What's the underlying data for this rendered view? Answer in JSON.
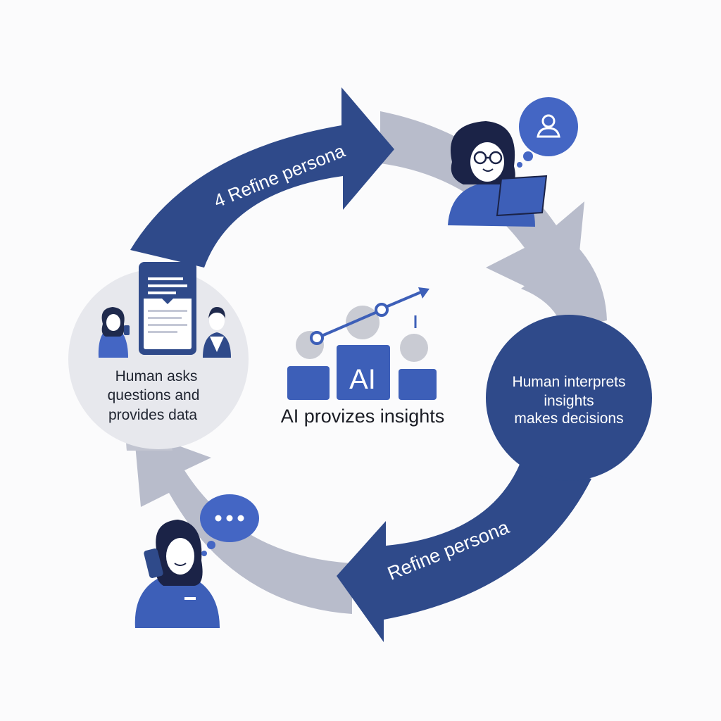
{
  "diagram": {
    "arrow_top_label": "4 Refine persona",
    "arrow_bottom_label": "Refine persona",
    "left_node": {
      "line1": "Human asks",
      "line2": "questions and",
      "line3": "provides data"
    },
    "right_node": {
      "line1": "Human interprets",
      "line2": "insights",
      "line3": "makes decisions"
    },
    "center": {
      "badge": "AI",
      "caption": "AI provizes insights"
    }
  },
  "colors": {
    "dark_blue": "#2f4a8a",
    "mid_blue": "#4466c4",
    "gray_arrow": "#b8bccb",
    "light_circle": "#e7e8ed",
    "gray_figure": "#c9cbd3"
  },
  "icons": [
    "person-bubble-icon",
    "ellipsis-bubble-icon",
    "trend-arrow-icon",
    "document-tablet-icon"
  ]
}
